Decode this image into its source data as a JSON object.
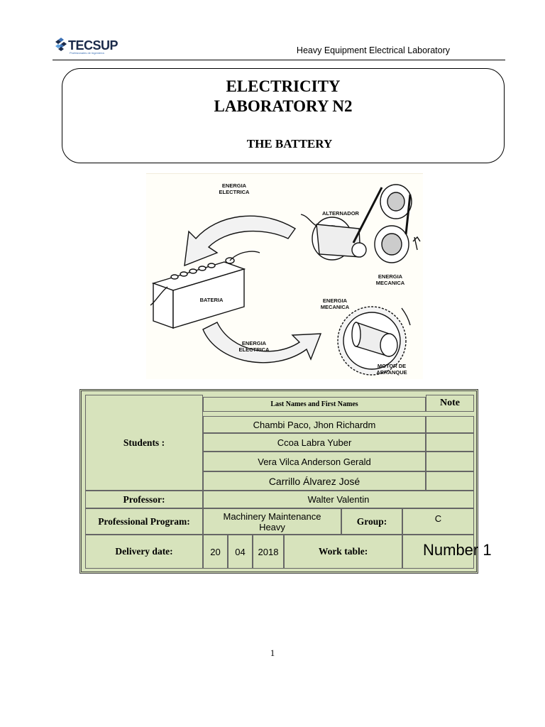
{
  "header": {
    "logo_text": "TECSUP",
    "logo_tagline": "Profesionales de Ingeniería",
    "title": "Heavy Equipment Electrical Laboratory"
  },
  "title_box": {
    "line1": "ELECTRICITY",
    "line2": "LABORATORY N2",
    "subtitle": "THE BATTERY"
  },
  "diagram": {
    "labels": {
      "energia_electrica_top": [
        "ENERGIA",
        "ELECTRICA"
      ],
      "alternador": "ALTERNADOR",
      "energia_mecanica_right": [
        "ENERGIA",
        "MECANICA"
      ],
      "bateria": "BATERIA",
      "energia_mecanica_lower": [
        "ENERGIA",
        "MECANICA"
      ],
      "energia_electrica_bottom": [
        "ENERGIA",
        "ELECTRICA"
      ],
      "motor_arranque": [
        "MOTOR DE",
        "ARRANQUE"
      ]
    }
  },
  "info_table": {
    "names_header": "Last Names and First Names",
    "note_header": "Note",
    "students_label": "Students :",
    "students": [
      "Chambi Paco, Jhon Richardm",
      "Ccoa Labra Yuber",
      "Vera Vilca Anderson Gerald",
      "Carrillo Álvarez José"
    ],
    "professor_label": "Professor:",
    "professor": "Walter Valentin",
    "program_label": "Professional  Program:",
    "program_line1": "Machinery Maintenance",
    "program_line2": "Heavy",
    "group_label": "Group:",
    "group": "C",
    "delivery_label": "Delivery date:",
    "day": "20",
    "month": "04",
    "year": "2018",
    "work_table_label": "Work table:",
    "work_table": "Number 1"
  },
  "footer": {
    "page_number": "1"
  },
  "colors": {
    "table_fill": "#d7e3bc",
    "logo_blue": "#3a6fb5"
  }
}
